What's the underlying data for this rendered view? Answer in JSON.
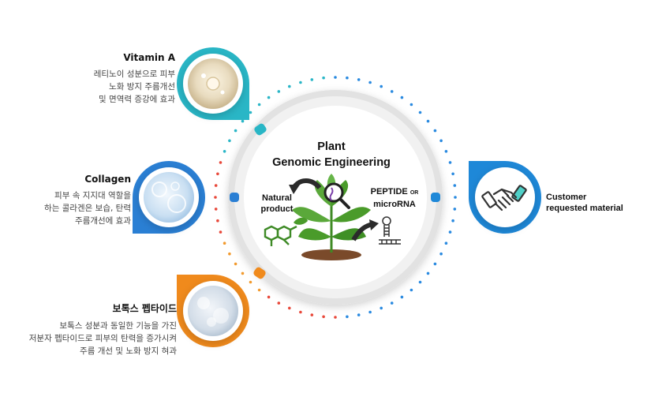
{
  "center": {
    "title_line1": "Plant",
    "title_line2": "Genomic Engineering",
    "left_line1": "Natural",
    "left_line2": "product",
    "right_line1": "PEPTIDE",
    "right_or": "OR",
    "right_line2": "microRNA"
  },
  "items": [
    {
      "title": "Vitamin A",
      "desc": "레티노이 성분으로 피부\n노화 방지 주름개선\n및 면역력 증강에 효과",
      "color": "#29b6c6"
    },
    {
      "title": "Collagen",
      "desc": "피부 속 지지대 역할을\n하는 콜라겐은 보습, 탄력\n주름개선에 효과",
      "color": "#2a7fd4"
    },
    {
      "title": "보톡스 펩타이드",
      "desc": "보톡스 성분과 동일한 기능을 가진\n저분자 펩타이드로 피부의 탄력을 증가시켜\n주름 개선 및 노화 방지 혀과",
      "color": "#f08a1c"
    }
  ],
  "customer": {
    "line1": "Customer",
    "line2": "requested material",
    "color": "#1e88d8",
    "icon": "handshake-icon"
  },
  "colors": {
    "dots_teal": "#2ab6c7",
    "dots_blue": "#2a8ae0",
    "dots_orange": "#f29a2e",
    "dots_red": "#e8483a",
    "ring": "#e6e6e6",
    "leaf": "#4a9b2a",
    "arrow": "#2b2b2b"
  }
}
